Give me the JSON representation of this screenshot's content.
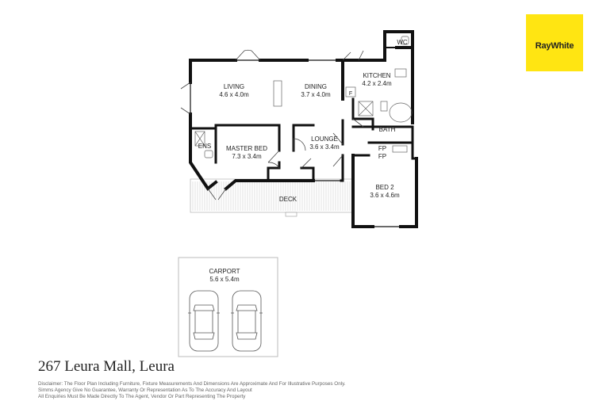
{
  "brand": {
    "logo_text": "RayWhite",
    "color": "#ffe512"
  },
  "rooms": {
    "living": {
      "name": "LIVING",
      "size": "4.6 x 4.0m"
    },
    "dining": {
      "name": "DINING",
      "size": "3.7 x 4.0m"
    },
    "kitchen": {
      "name": "KITCHEN",
      "size": "4.2 x 2.4m"
    },
    "wc": {
      "name": "WC"
    },
    "fridge": {
      "name": "F"
    },
    "bath": {
      "name": "BATH"
    },
    "ens": {
      "name": "ENS"
    },
    "master_bed": {
      "name": "MASTER BED",
      "size": "7.3 x 3.4m"
    },
    "lounge": {
      "name": "LOUNGE",
      "size": "3.6 x 3.4m"
    },
    "fp1": {
      "name": "FP"
    },
    "fp2": {
      "name": "FP"
    },
    "bed2": {
      "name": "BED 2",
      "size": "3.6 x 4.6m"
    },
    "deck": {
      "name": "DECK"
    },
    "carport": {
      "name": "CARPORT",
      "size": "5.6 x 5.4m"
    }
  },
  "address": "267 Leura Mall, Leura",
  "disclaimer": [
    "Disclaimer: The Floor Plan Including Furniture, Fixture Measurements And Dimensions Are Approximate And For Illustrative Purposes Only.",
    "Simms Agency Give No Guarantee, Warranty Or Representation As To The Accuracy And Layout",
    "All Enquiries Must Be Made Directly To The Agent, Vendor Or Part Representing The Property"
  ]
}
